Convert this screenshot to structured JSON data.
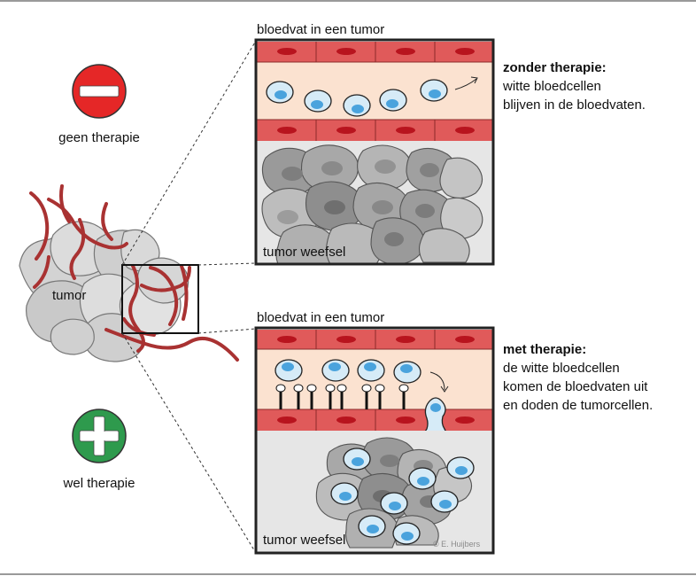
{
  "left": {
    "no_therapy_label": "geen therapie",
    "with_therapy_label": "wel therapie",
    "tumor_label": "tumor"
  },
  "panel_top": {
    "heading": "bloedvat in een tumor",
    "tissue_label": "tumor weefsel",
    "description": {
      "title": "zonder therapie:",
      "lines": [
        "witte bloedcellen",
        "blijven in de bloedvaten."
      ]
    }
  },
  "panel_bottom": {
    "heading": "bloedvat in een tumor",
    "tissue_label": "tumor weefsel",
    "description": {
      "title": "met therapie:",
      "lines": [
        "de witte bloedcellen",
        "komen de bloedvaten uit",
        "en doden de tumorcellen."
      ]
    },
    "credit": "© E. Huijbers"
  },
  "colors": {
    "vessel_wall": "#e05a5a",
    "red_cell": "#b8141e",
    "plasma": "#fbe2d0",
    "white_cell": "#d6ebf7",
    "white_cell_nucleus": "#4aa3dd",
    "tumor_tissue_bg": "#e6e6e6",
    "no_therapy_sign": "#e52727",
    "therapy_sign": "#2e9a4d"
  },
  "icons": {
    "no_therapy": "minus-circle-icon",
    "with_therapy": "plus-circle-icon"
  }
}
